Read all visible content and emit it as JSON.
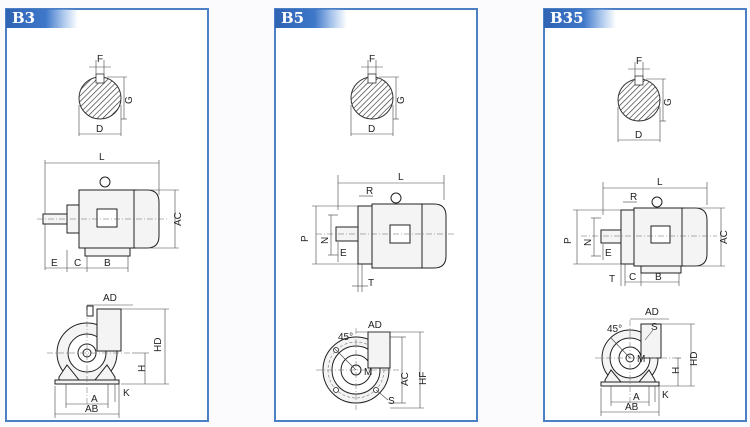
{
  "panels": [
    {
      "title": "B3",
      "shaft_labels": {
        "f": "F",
        "g": "G",
        "d": "D"
      },
      "side_labels": {
        "l": "L",
        "ac": "AC",
        "e": "E",
        "c": "C",
        "b": "B"
      },
      "front_labels": {
        "ad": "AD",
        "hd": "HD",
        "h": "H",
        "a": "A",
        "k": "K",
        "ab": "AB"
      }
    },
    {
      "title": "B5",
      "shaft_labels": {
        "f": "F",
        "g": "G",
        "d": "D"
      },
      "side_labels": {
        "l": "L",
        "r": "R",
        "p": "P",
        "n": "N",
        "e": "E",
        "t": "T"
      },
      "front_labels": {
        "angle": "45°",
        "ad": "AD",
        "m": "M",
        "s": "S",
        "ac": "AC",
        "hf": "HF"
      }
    },
    {
      "title": "B35",
      "shaft_labels": {
        "f": "F",
        "g": "G",
        "d": "D"
      },
      "side_labels": {
        "l": "L",
        "r": "R",
        "p": "P",
        "n": "N",
        "e": "E",
        "ac": "AC",
        "t": "T",
        "c": "C",
        "b": "B"
      },
      "front_labels": {
        "ad": "AD",
        "angle": "45°",
        "s": "S",
        "m": "M",
        "hd": "HD",
        "h": "H",
        "a": "A",
        "k": "K",
        "ab": "AB"
      }
    }
  ]
}
